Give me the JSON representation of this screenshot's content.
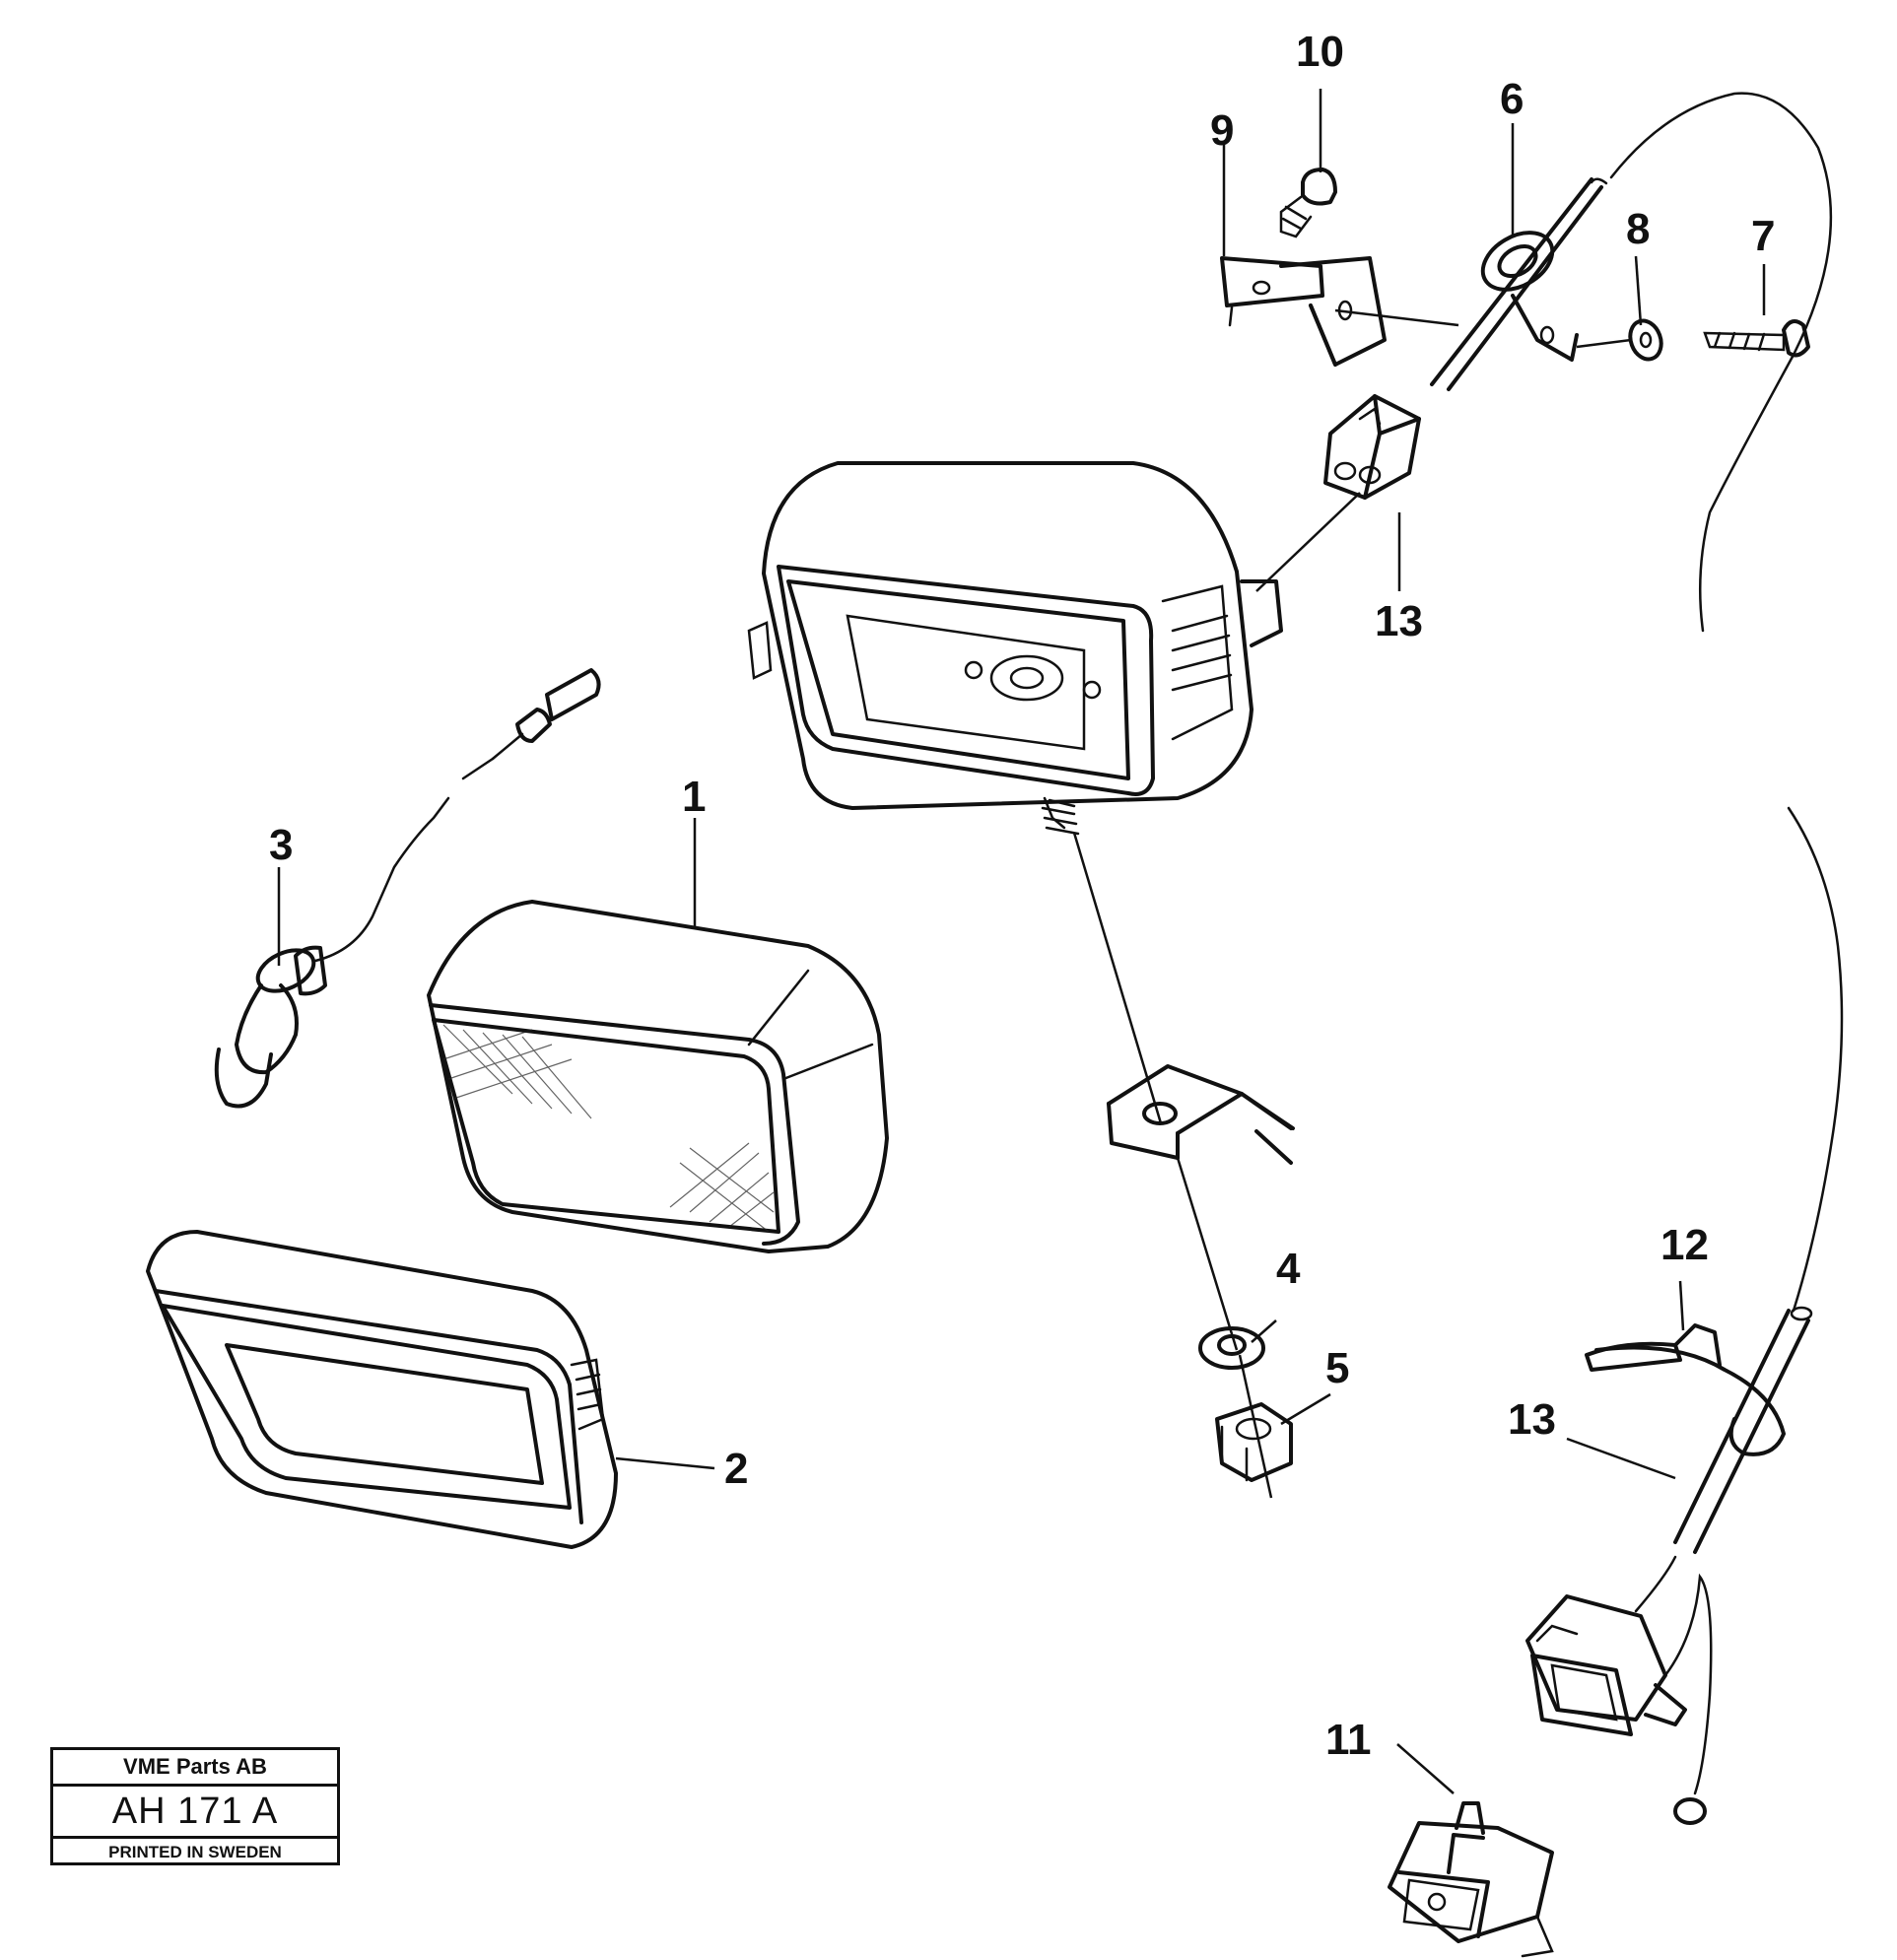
{
  "callouts": {
    "c1": "1",
    "c2": "2",
    "c3": "3",
    "c4": "4",
    "c5": "5",
    "c6": "6",
    "c7": "7",
    "c8": "8",
    "c9": "9",
    "c10": "10",
    "c11": "11",
    "c12": "12",
    "c13a": "13",
    "c13b": "13"
  },
  "title_block": {
    "company": "VME Parts AB",
    "code": "AH 171  A",
    "printed": "PRINTED IN SWEDEN"
  }
}
